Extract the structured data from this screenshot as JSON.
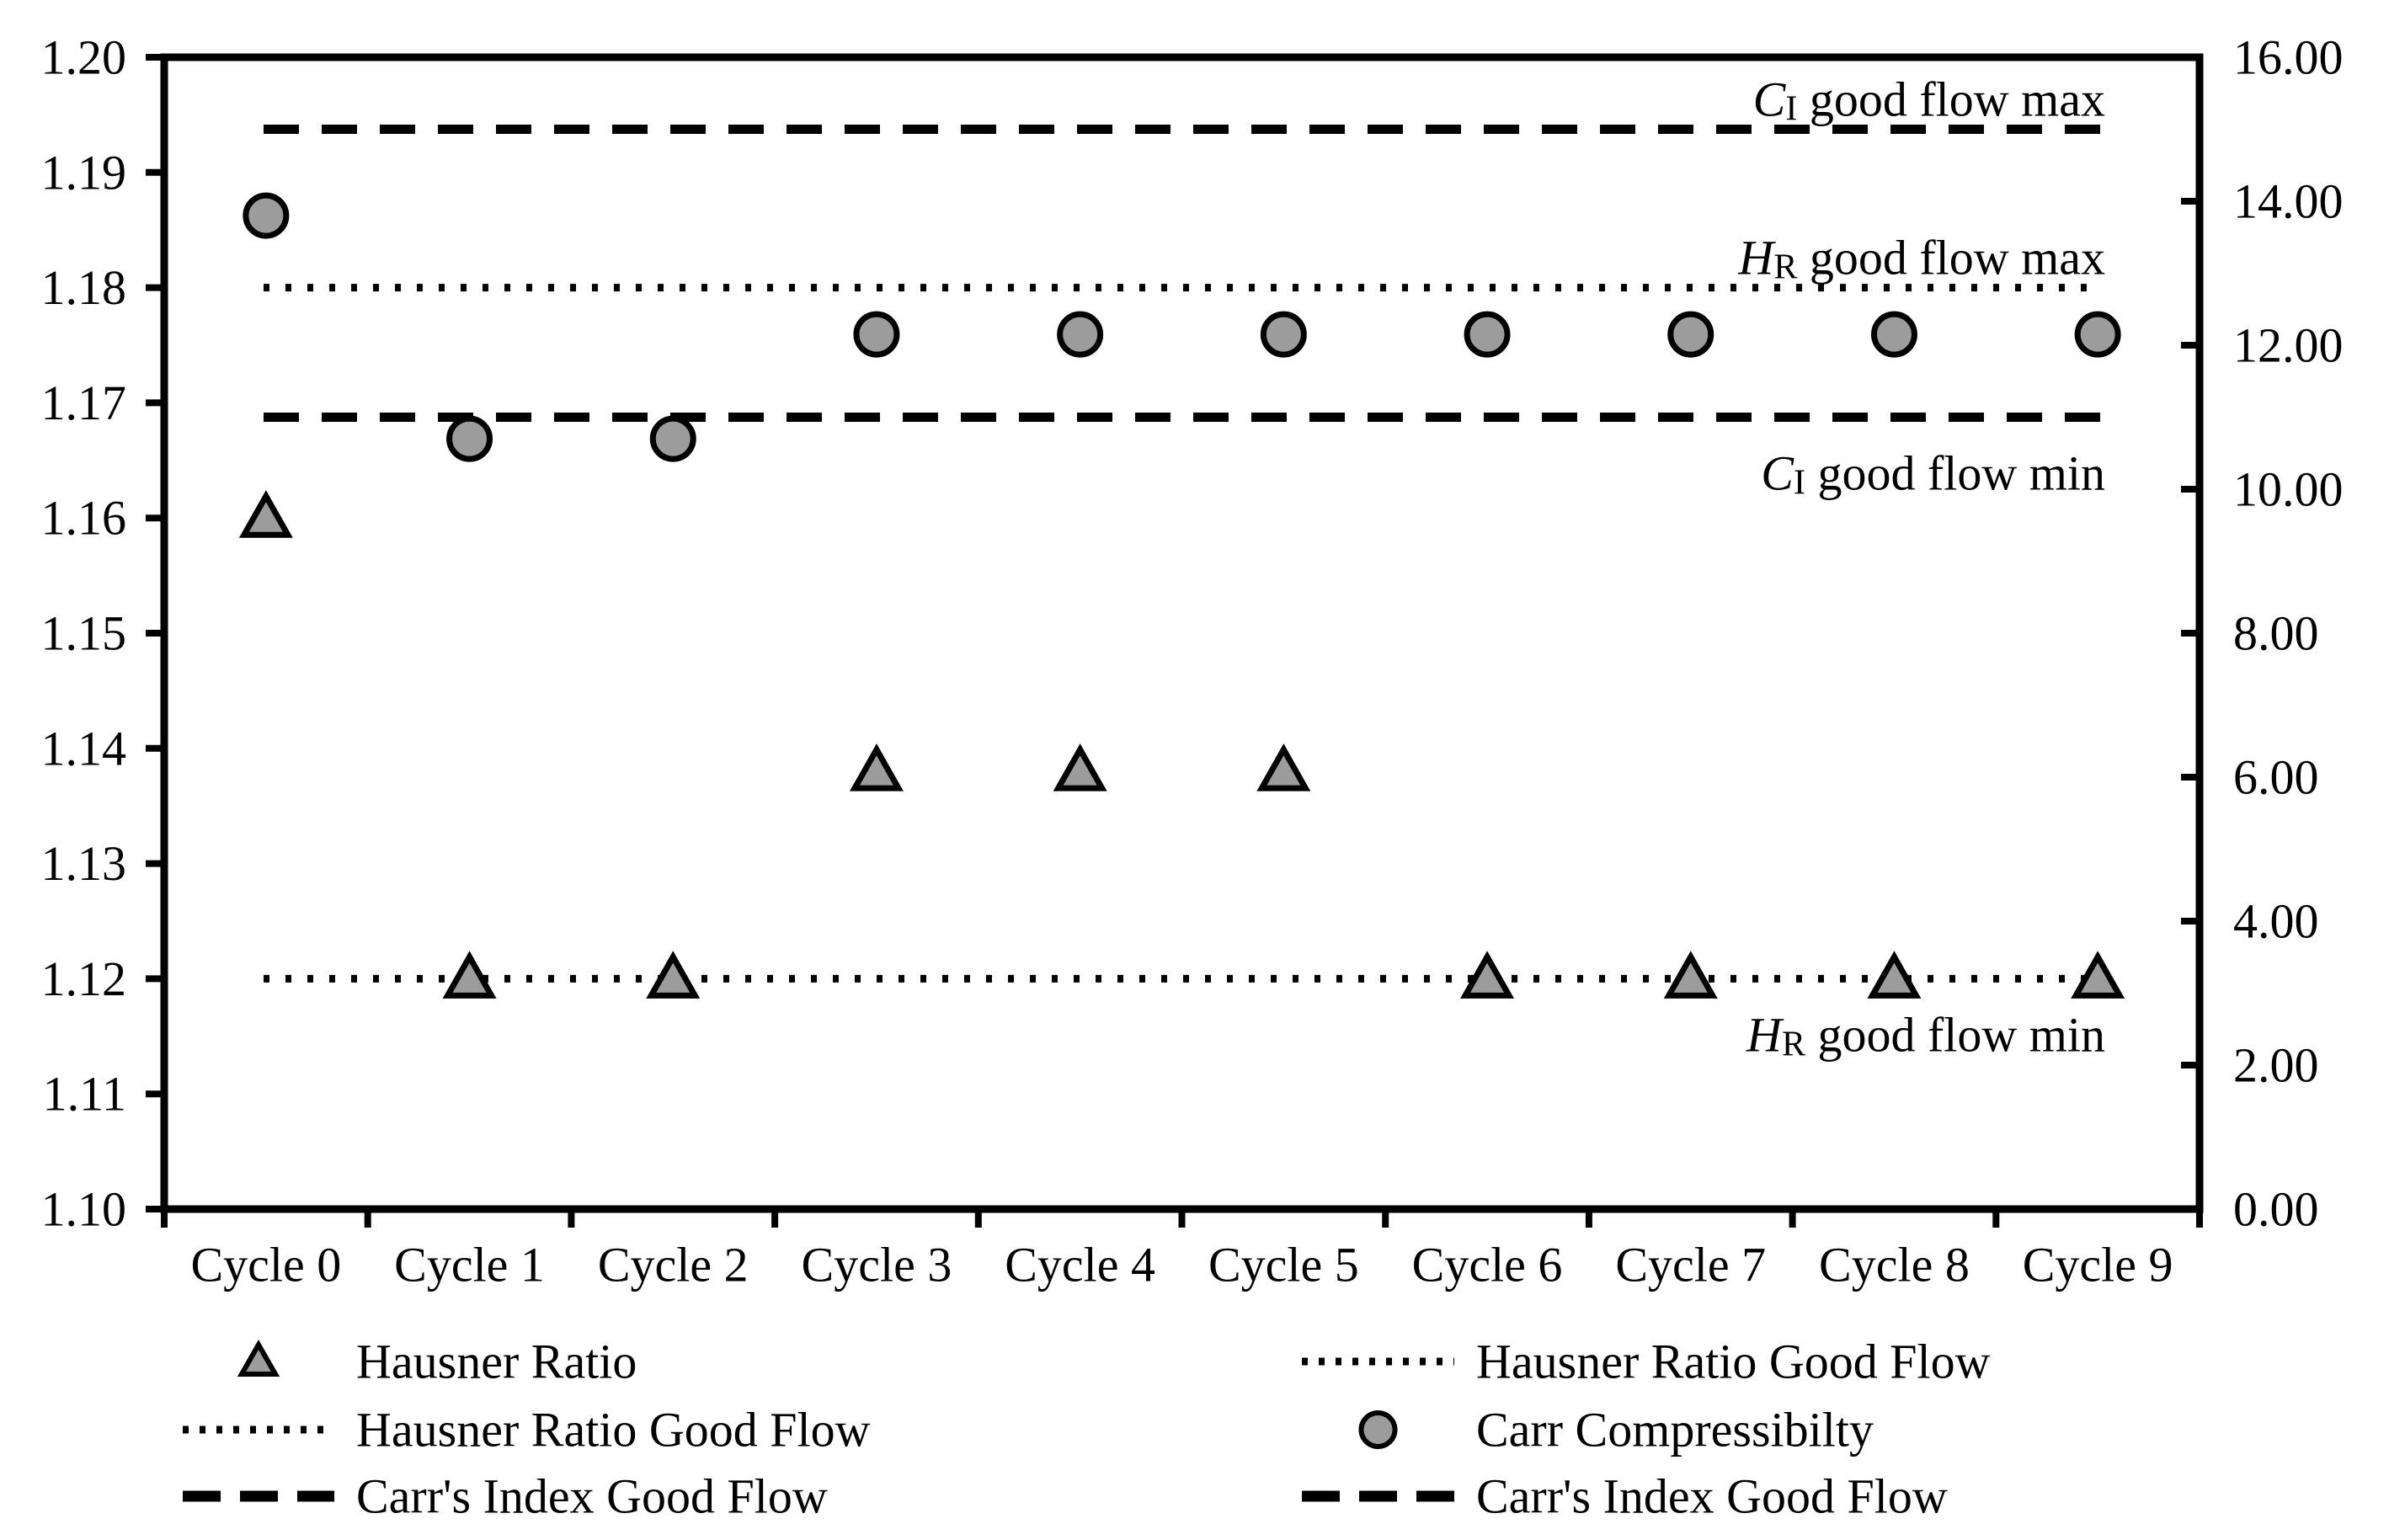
{
  "chart_data": {
    "type": "scatter",
    "title": "",
    "xlabel": "",
    "ylabel_left": "",
    "ylabel_right": "",
    "grid": false,
    "legend_position": "bottom-two-columns",
    "colors": {
      "marker_fill": "#9c9c9c",
      "line": "#000000",
      "text": "#000000",
      "background": "#ffffff"
    },
    "categories": [
      "Cycle 0",
      "Cycle 1",
      "Cycle 2",
      "Cycle 3",
      "Cycle 4",
      "Cycle 5",
      "Cycle 6",
      "Cycle 7",
      "Cycle 8",
      "Cycle 9"
    ],
    "axes": {
      "left": {
        "min": 1.1,
        "max": 1.2,
        "step": 0.01,
        "tick_labels": [
          "1.20",
          "1.19",
          "1.18",
          "1.17",
          "1.16",
          "1.15",
          "1.14",
          "1.13",
          "1.12",
          "1.11",
          "1.10"
        ]
      },
      "right": {
        "min": 0.0,
        "max": 16.0,
        "step": 2.0,
        "tick_labels": [
          "16.00",
          "14.00",
          "12.00",
          "10.00",
          "8.00",
          "6.00",
          "4.00",
          "2.00",
          "0.00"
        ]
      }
    },
    "series": [
      {
        "name": "Hausner Ratio",
        "marker": "triangle",
        "axis": "left",
        "values": [
          1.16,
          1.12,
          1.12,
          1.138,
          1.138,
          1.138,
          1.12,
          1.12,
          1.12,
          1.12
        ]
      },
      {
        "name": "Carr Compressibilty",
        "marker": "circle",
        "axis": "right",
        "values": [
          13.8,
          10.7,
          10.7,
          12.15,
          12.15,
          12.15,
          12.15,
          12.15,
          12.15,
          12.15
        ]
      }
    ],
    "reference_lines": [
      {
        "id": "ci_max",
        "label": "CI good flow max",
        "axis": "right",
        "value": 15.0,
        "style": "dashed"
      },
      {
        "id": "hr_max",
        "label": "HR good flow max",
        "axis": "left",
        "value": 1.18,
        "style": "dotted"
      },
      {
        "id": "ci_min",
        "label": "CI good flow min",
        "axis": "right",
        "value": 11.0,
        "style": "dashed"
      },
      {
        "id": "hr_min",
        "label": "HR good flow min",
        "axis": "left",
        "value": 1.12,
        "style": "dotted"
      }
    ],
    "annotations": [
      {
        "italic": "C",
        "sub": "I",
        "rest": " good flow max",
        "anchor_line": "ci_max",
        "position": "above"
      },
      {
        "italic": "H",
        "sub": "R",
        "rest": " good flow max",
        "anchor_line": "hr_max",
        "position": "above"
      },
      {
        "italic": "C",
        "sub": "I",
        "rest": " good flow min",
        "anchor_line": "ci_min",
        "position": "below"
      },
      {
        "italic": "H",
        "sub": "R",
        "rest": " good flow min",
        "anchor_line": "hr_min",
        "position": "below"
      }
    ],
    "legend": {
      "columns": [
        {
          "items": [
            {
              "marker": "triangle",
              "label": "Hausner Ratio"
            },
            {
              "marker": "dotted-line",
              "label": "Hausner Ratio Good Flow"
            },
            {
              "marker": "dashed-line",
              "label": "Carr's Index Good Flow"
            }
          ]
        },
        {
          "items": [
            {
              "marker": "dotted-line",
              "label": "Hausner Ratio Good Flow"
            },
            {
              "marker": "circle",
              "label": "Carr Compressibilty"
            },
            {
              "marker": "dashed-line",
              "label": "Carr's Index Good Flow"
            }
          ]
        }
      ]
    }
  }
}
